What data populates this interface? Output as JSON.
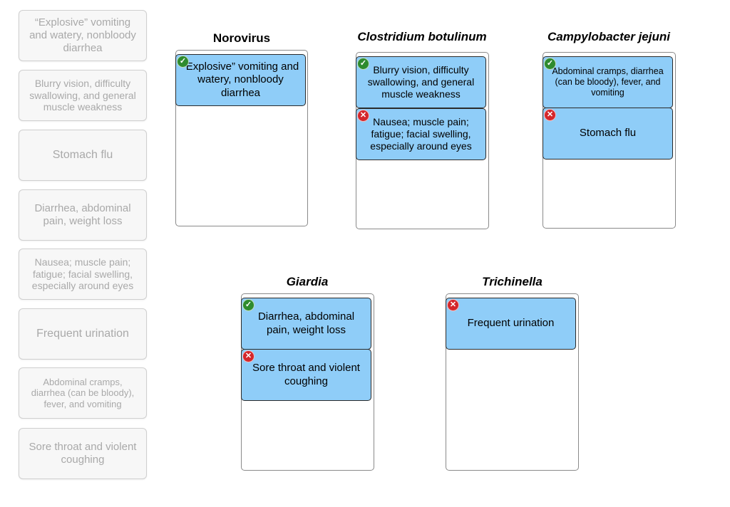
{
  "source_items": [
    "“Explosive” vomiting and watery, nonbloody diarrhea",
    "Blurry vision, difficulty swallowing, and general muscle weakness",
    "Stomach flu",
    "Diarrhea, abdominal pain, weight loss",
    "Nausea; muscle pain; fatigue; facial swelling, especially around eyes",
    "Frequent urination",
    "Abdominal cramps, diarrhea (can be bloody), fever, and vomiting",
    "Sore throat and violent coughing"
  ],
  "categories": {
    "norovirus": {
      "title": "Norovirus",
      "answers": [
        {
          "text": "“Explosive” vomiting and watery, nonbloody diarrhea",
          "status": "correct"
        }
      ]
    },
    "botulinum": {
      "title": "Clostridium botulinum",
      "answers": [
        {
          "text": "Blurry vision, difficulty swallowing, and general muscle weakness",
          "status": "correct"
        },
        {
          "text": "Nausea; muscle pain; fatigue; facial swelling, especially around eyes",
          "status": "incorrect"
        }
      ]
    },
    "campylobacter": {
      "title": "Campylobacter jejuni",
      "answers": [
        {
          "text": "Abdominal cramps, diarrhea (can be bloody), fever, and vomiting",
          "status": "correct"
        },
        {
          "text": "Stomach flu",
          "status": "incorrect"
        }
      ]
    },
    "giardia": {
      "title": "Giardia",
      "answers": [
        {
          "text": "Diarrhea, abdominal pain, weight loss",
          "status": "correct"
        },
        {
          "text": "Sore throat and violent coughing",
          "status": "incorrect"
        }
      ]
    },
    "trichinella": {
      "title": "Trichinella",
      "answers": [
        {
          "text": "Frequent urination",
          "status": "incorrect"
        }
      ]
    }
  },
  "icons": {
    "correct": "checkmark-circle-icon",
    "incorrect": "x-circle-icon"
  },
  "colors": {
    "card_fill": "#8fcdf8",
    "correct": "#2e8b2e",
    "incorrect": "#d4272b"
  }
}
